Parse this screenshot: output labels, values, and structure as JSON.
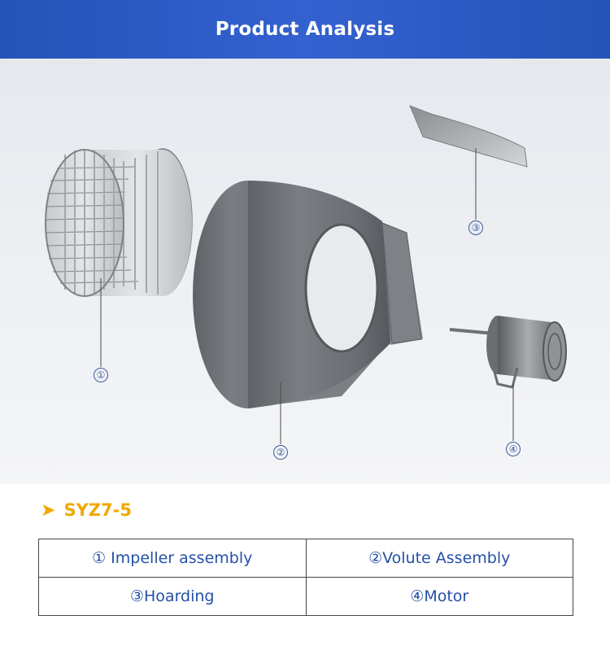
{
  "header": {
    "title": "Product Analysis"
  },
  "diagram": {
    "callouts": [
      "①",
      "②",
      "③",
      "④"
    ],
    "colors": {
      "line": "#4a4a4a",
      "callout": "#3a5a9e",
      "volute": "#6f7377",
      "background": "#eceef2"
    }
  },
  "model": {
    "arrow_icon": "➤",
    "name": "SYZ7-5",
    "color": "#f0a800"
  },
  "parts_table": {
    "rows": [
      [
        "① Impeller assembly",
        "②Volute Assembly"
      ],
      [
        "③Hoarding",
        "④Motor"
      ]
    ],
    "text_color": "#2450a8"
  }
}
